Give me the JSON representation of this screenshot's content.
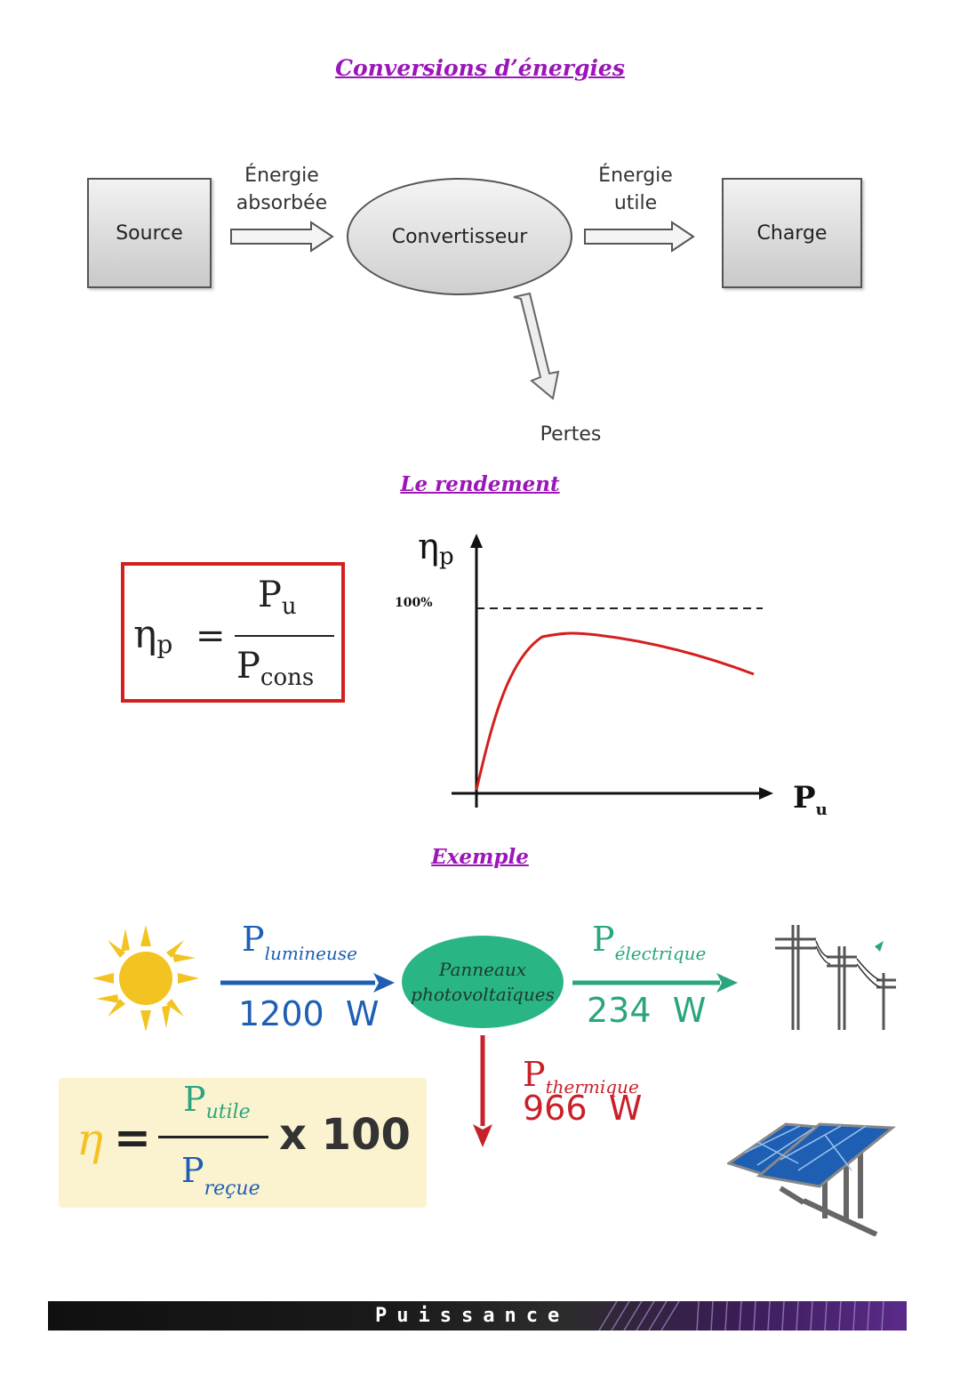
{
  "headings": {
    "conversions": "Conversions d’énergies",
    "rendement": "Le rendement",
    "exemple": "Exemple"
  },
  "diagram": {
    "source": "Source",
    "absorbed_line1": "Énergie",
    "absorbed_line2": "absorbée",
    "converter": "Convertisseur",
    "useful_line1": "Énergie",
    "useful_line2": "utile",
    "charge": "Charge",
    "losses": "Pertes"
  },
  "formula": {
    "eta": "η",
    "p_sub": "p",
    "equals": "=",
    "num": "P",
    "num_sub": "u",
    "den": "P",
    "den_sub": "cons"
  },
  "graph": {
    "y_label": "η",
    "y_label_sub": "p",
    "y_tick": "100%",
    "x_label": "P",
    "x_label_sub": "u",
    "curve_color": "#d3201f"
  },
  "example": {
    "p_lum": "P",
    "p_lum_sub": "lumineuse",
    "p_lum_value": "1200  W",
    "panel_line1": "Panneaux",
    "panel_line2": "photovoltaïques",
    "p_elec": "P",
    "p_elec_sub": "électrique",
    "p_elec_value": "234  W",
    "p_therm": "P",
    "p_therm_sub": "thermique",
    "p_therm_value": "966  W",
    "eta": "η",
    "equals": "=",
    "num": "P",
    "num_sub": "utile",
    "den": "P",
    "den_sub": "reçue",
    "times": "x 100",
    "colors": {
      "blue": "#1e5fb4",
      "green": "#2aa57f",
      "red": "#c8212a",
      "yellow": "#f3c322"
    }
  },
  "footer": {
    "title": "Puissance"
  }
}
